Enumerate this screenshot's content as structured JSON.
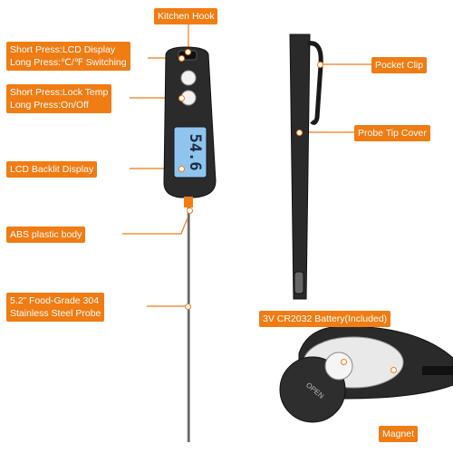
{
  "labels": {
    "kitchen_hook": "Kitchen Hook",
    "short_press_lcd": [
      "Short Press:LCD Display",
      "Long Press:℃/℉ Switching"
    ],
    "short_press_lock": [
      "Short Press:Lock Temp",
      "Long Press:On/Off"
    ],
    "lcd_backlit": "LCD Backlit Display",
    "abs_body": "ABS plastic body",
    "probe": [
      "5.2” Food-Grade 304",
      "Stainless Steel Probe"
    ],
    "pocket_clip": "Pocket Clip",
    "probe_tip_cover": "Probe Tip Cover",
    "battery": "3V CR2032 Battery(Included)",
    "magnet": "Magnet"
  },
  "display": {
    "reading": "54.6"
  },
  "battery_door": {
    "marks": "OPEN"
  },
  "colors": {
    "accent": "#f07c14",
    "body": "#2b2b2b",
    "lcd": "#8fc4ee"
  }
}
